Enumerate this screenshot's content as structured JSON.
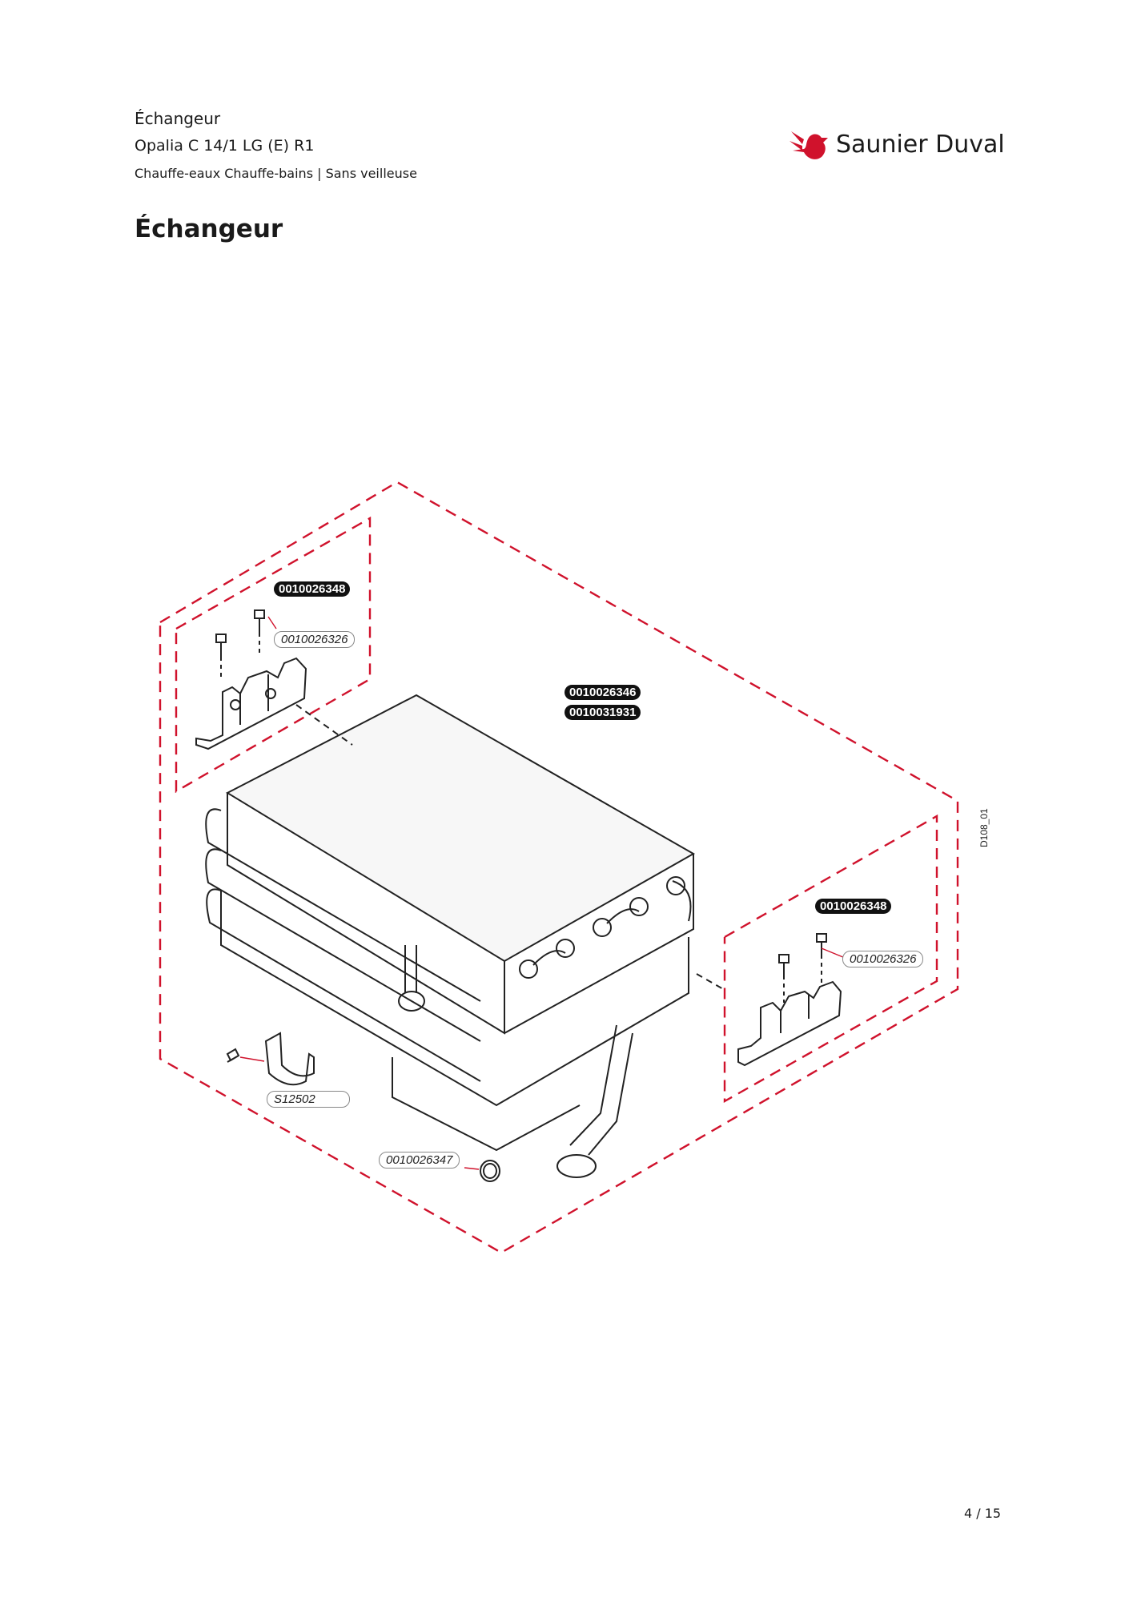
{
  "header": {
    "title": "Échangeur",
    "model": "Opalia C 14/1 LG (E) R1",
    "category": "Chauffe-eaux Chauffe-bains | Sans veilleuse"
  },
  "brand": {
    "name": "Saunier Duval",
    "color": "#d0122c"
  },
  "section_title": "Échangeur",
  "diagram": {
    "reference_code": "D108_01",
    "labels": {
      "bracket_left": "0010026348",
      "screw_left": "0010026326",
      "exchanger_1": "0010026346",
      "exchanger_2": "0010031931",
      "bracket_right": "0010026348",
      "screw_right": "0010026326",
      "clip": "S12502",
      "seal": "0010026347"
    },
    "accent_color": "#d0122c"
  },
  "page_number": "4 / 15"
}
